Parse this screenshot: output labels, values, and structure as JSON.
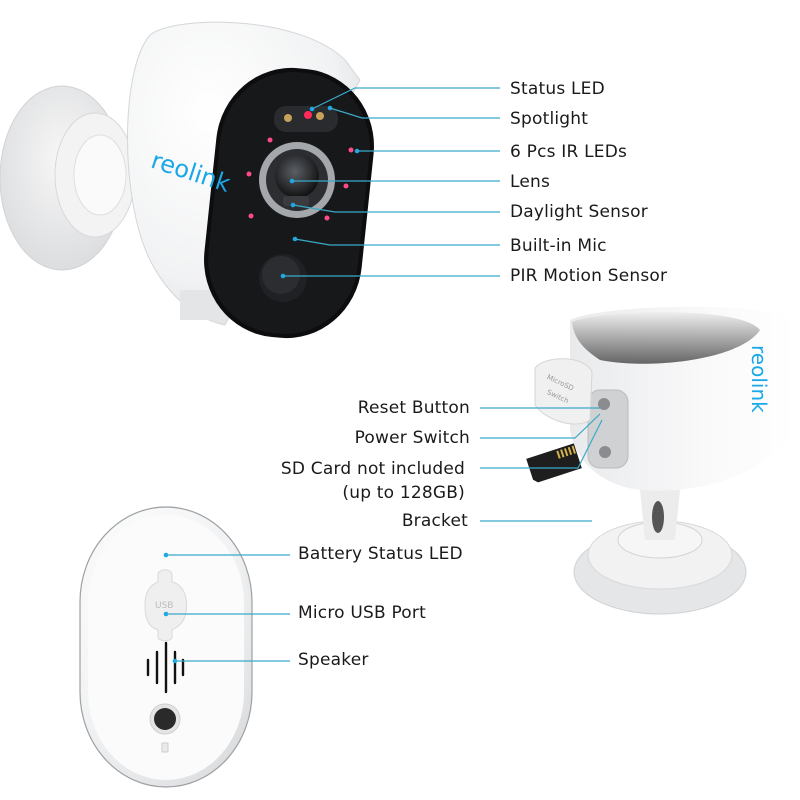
{
  "brand": {
    "logo_text": "reolink",
    "accent_color": "#1aa7e8",
    "line_color": "#3aa9c9"
  },
  "front_camera": {
    "callouts": [
      {
        "id": "status-led",
        "label": "Status LED"
      },
      {
        "id": "spotlight",
        "label": "Spotlight"
      },
      {
        "id": "ir-leds",
        "label": "6 Pcs IR LEDs"
      },
      {
        "id": "lens",
        "label": "Lens"
      },
      {
        "id": "daylight-sensor",
        "label": "Daylight Sensor"
      },
      {
        "id": "built-in-mic",
        "label": "Built-in Mic"
      },
      {
        "id": "pir-motion-sensor",
        "label": "PIR Motion Sensor"
      }
    ]
  },
  "side_camera": {
    "callouts": [
      {
        "id": "reset-button",
        "label": "Reset Button"
      },
      {
        "id": "power-switch",
        "label": "Power Switch"
      },
      {
        "id": "sd-card",
        "label": "SD Card not included",
        "sublabel": "(up to 128GB)"
      },
      {
        "id": "bracket",
        "label": "Bracket"
      }
    ],
    "cover_text": [
      "MicroSD",
      "Switch"
    ]
  },
  "back_camera": {
    "callouts": [
      {
        "id": "battery-status-led",
        "label": "Battery Status LED"
      },
      {
        "id": "micro-usb-port",
        "label": "Micro USB Port"
      },
      {
        "id": "speaker",
        "label": "Speaker"
      }
    ],
    "usb_text": "USB"
  }
}
